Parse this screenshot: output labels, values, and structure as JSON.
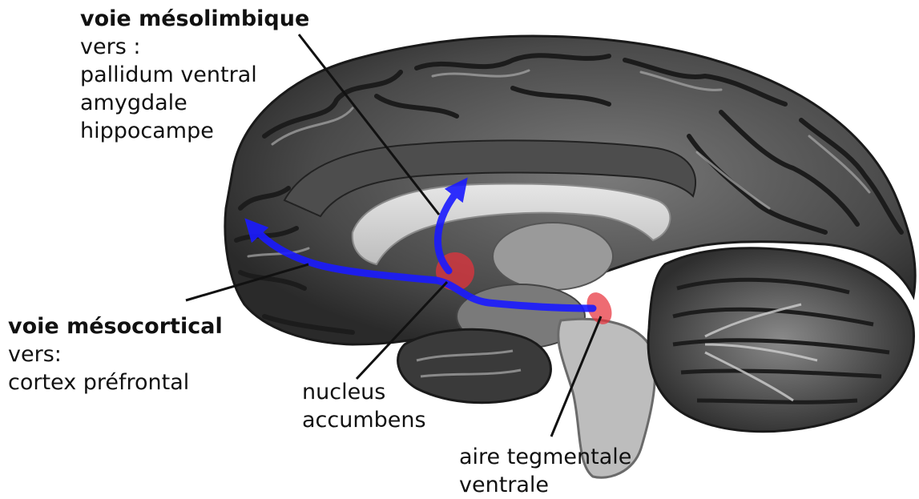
{
  "labels": {
    "mesolimbic": {
      "title": "voie mésolimbique",
      "lines": [
        "vers :",
        "pallidum ventral",
        "amygdale",
        "hippocampe"
      ]
    },
    "mesocortical": {
      "title": "voie mésocortical",
      "lines": [
        "vers:",
        "cortex préfrontal"
      ]
    },
    "nucleus_accumbens": {
      "lines": [
        "nucleus",
        "accumbens"
      ]
    },
    "vta": {
      "lines": [
        "aire tegmentale",
        "ventrale"
      ]
    }
  },
  "colors": {
    "pathway": "#1a1aff",
    "nucleus": "#e8323c",
    "leader_line": "#111111",
    "brain_dark": "#2b2b2b",
    "brain_mid": "#6e6e6e",
    "brain_light": "#cfcfcf"
  }
}
